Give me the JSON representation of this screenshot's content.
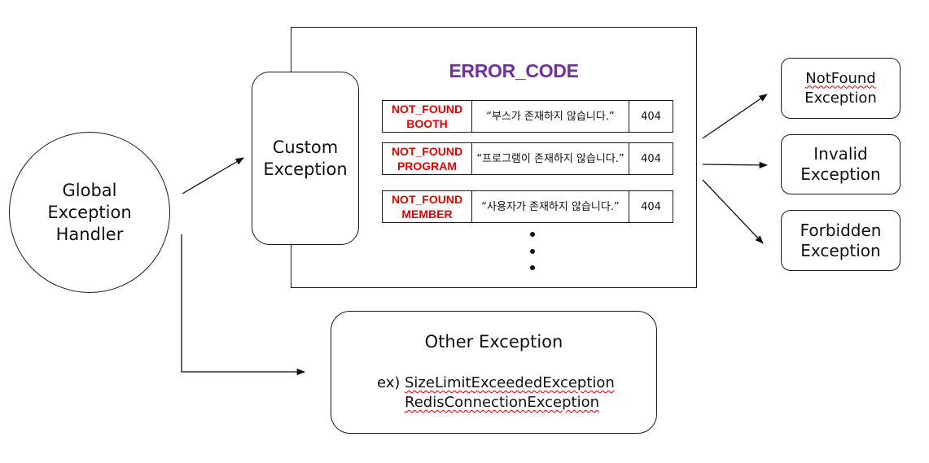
{
  "global_handler": {
    "lines": [
      "Global",
      "Exception",
      "Handler"
    ]
  },
  "custom_exception": {
    "lines": [
      "Custom",
      "Exception"
    ]
  },
  "error_code": {
    "title": "ERROR_CODE",
    "rows": [
      {
        "code_line1": "NOT_FOUND",
        "code_line2": "BOOTH",
        "message": "“부스가 존재하지 않습니다.”",
        "status": "404"
      },
      {
        "code_line1": "NOT_FOUND",
        "code_line2": "PROGRAM",
        "message": "“프로그램이 존재하지 않습니다.”",
        "status": "404"
      },
      {
        "code_line1": "NOT_FOUND",
        "code_line2": "MEMBER",
        "message": "“사용자가 존재하지 않습니다.”",
        "status": "404"
      }
    ]
  },
  "right_exceptions": [
    {
      "line1": "NotFound",
      "line2": "Exception"
    },
    {
      "line1": "Invalid",
      "line2": "Exception"
    },
    {
      "line1": "Forbidden",
      "line2": "Exception"
    }
  ],
  "other_exception": {
    "title": "Other Exception",
    "prefix": "ex)",
    "examples": [
      "SizeLimitExceededException",
      "RedisConnectionException"
    ]
  },
  "colors": {
    "error_code_title": "#7030a0",
    "error_code_name": "#e00000",
    "squiggle": "#e00000",
    "line": "#1a1a1a"
  }
}
